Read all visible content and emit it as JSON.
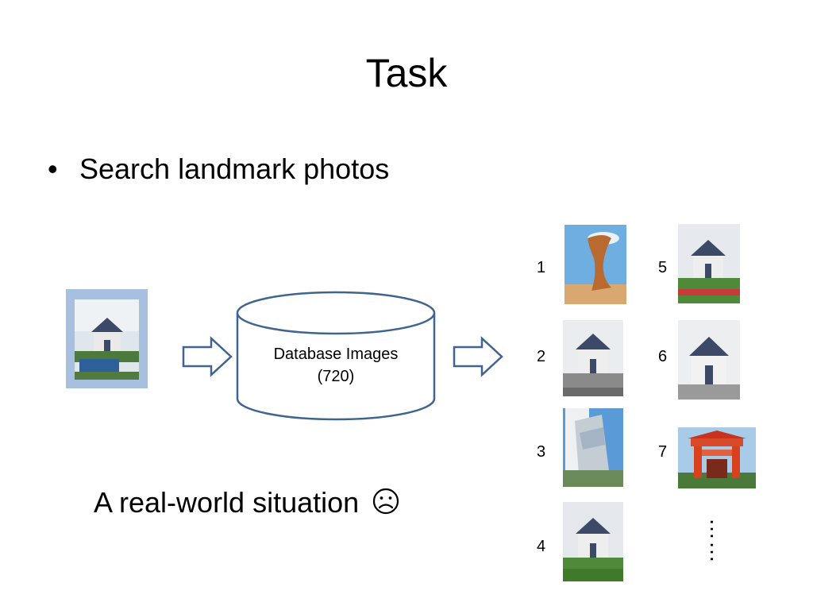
{
  "slide": {
    "title": "Task",
    "bullet_marker": "•",
    "bullet_text": "Search landmark photos",
    "situation_text": "A real-world situation"
  },
  "diagram": {
    "database_label_line1": "Database Images",
    "database_label_line2": "(720)",
    "shape_stroke_color": "#41638f",
    "query_frame_color": "#a8c0e0"
  },
  "results": {
    "ranks": [
      "1",
      "2",
      "3",
      "4",
      "5",
      "6",
      "7"
    ],
    "continuation": "……"
  }
}
